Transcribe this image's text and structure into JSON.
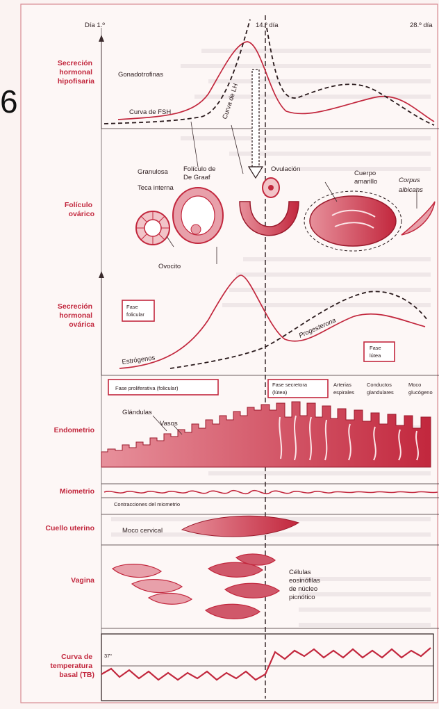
{
  "page_number": "6",
  "timeline": {
    "day1": "Día 1.º",
    "day14": "14.º día",
    "day28": "28.º día"
  },
  "sections": {
    "pituitary": [
      "Secreción",
      "hormonal",
      "hipofisaria"
    ],
    "follicle": [
      "Folículo",
      "ovárico"
    ],
    "ovarian": [
      "Secreción",
      "hormonal",
      "ovárica"
    ],
    "endometrium": "Endometrio",
    "myometrium": "Miometrio",
    "cervix": "Cuello uterino",
    "vagina": "Vagina",
    "temperature": [
      "Curva de",
      "temperatura",
      "basal (TB)"
    ]
  },
  "labels": {
    "gonadotropins": "Gonadotrofinas",
    "fsh_curve": "Curva de FSH",
    "lh_curve": "Curva de LH",
    "granulosa": "Granulosa",
    "theca": "Teca interna",
    "graaf": [
      "Folículo de",
      "De Graaf"
    ],
    "ovulation": "Ovulación",
    "corpus_luteum": [
      "Cuerpo",
      "amarillo"
    ],
    "corpus_albicans": [
      "Corpus",
      "albicans"
    ],
    "oocyte": "Ovocito",
    "follicular_phase": [
      "Fase",
      "folicular"
    ],
    "estrogens": "Estrógenos",
    "progesterone": "Progesterona",
    "luteal_phase": [
      "Fase",
      "lútea"
    ],
    "proliferative_phase": "Fase proliferativa (folicular)",
    "secretory_phase": [
      "Fase secretora",
      "(lútea)"
    ],
    "spiral_arteries": [
      "Arterias",
      "espirales"
    ],
    "gland_ducts": [
      "Conductos",
      "glandulares"
    ],
    "glycogen_mucus": [
      "Moco",
      "glucógeno"
    ],
    "glands": "Glándulas",
    "vessels": "Vasos",
    "myometrium_contractions": "Contracciones del miometrio",
    "cervical_mucus": "Moco cervical",
    "eosinophil_cells": [
      "Células",
      "eosinófilas",
      "de núcleo",
      "picnótico"
    ],
    "temp_value": "37°"
  },
  "colors": {
    "accent": "#c2273d",
    "fill_light": "#f2c4c8",
    "background": "#fbf3f2"
  }
}
